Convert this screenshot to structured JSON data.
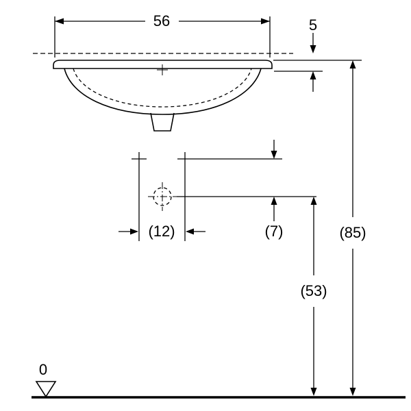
{
  "diagram": {
    "labels": {
      "basin_width": "56",
      "rim_offset": "5",
      "hole_spacing": "(12)",
      "drain_offset": "(7)",
      "drain_height": "(53)",
      "total_height": "(85)",
      "floor_datum": "0"
    },
    "colors": {
      "line": "#000000",
      "background": "#ffffff"
    }
  }
}
